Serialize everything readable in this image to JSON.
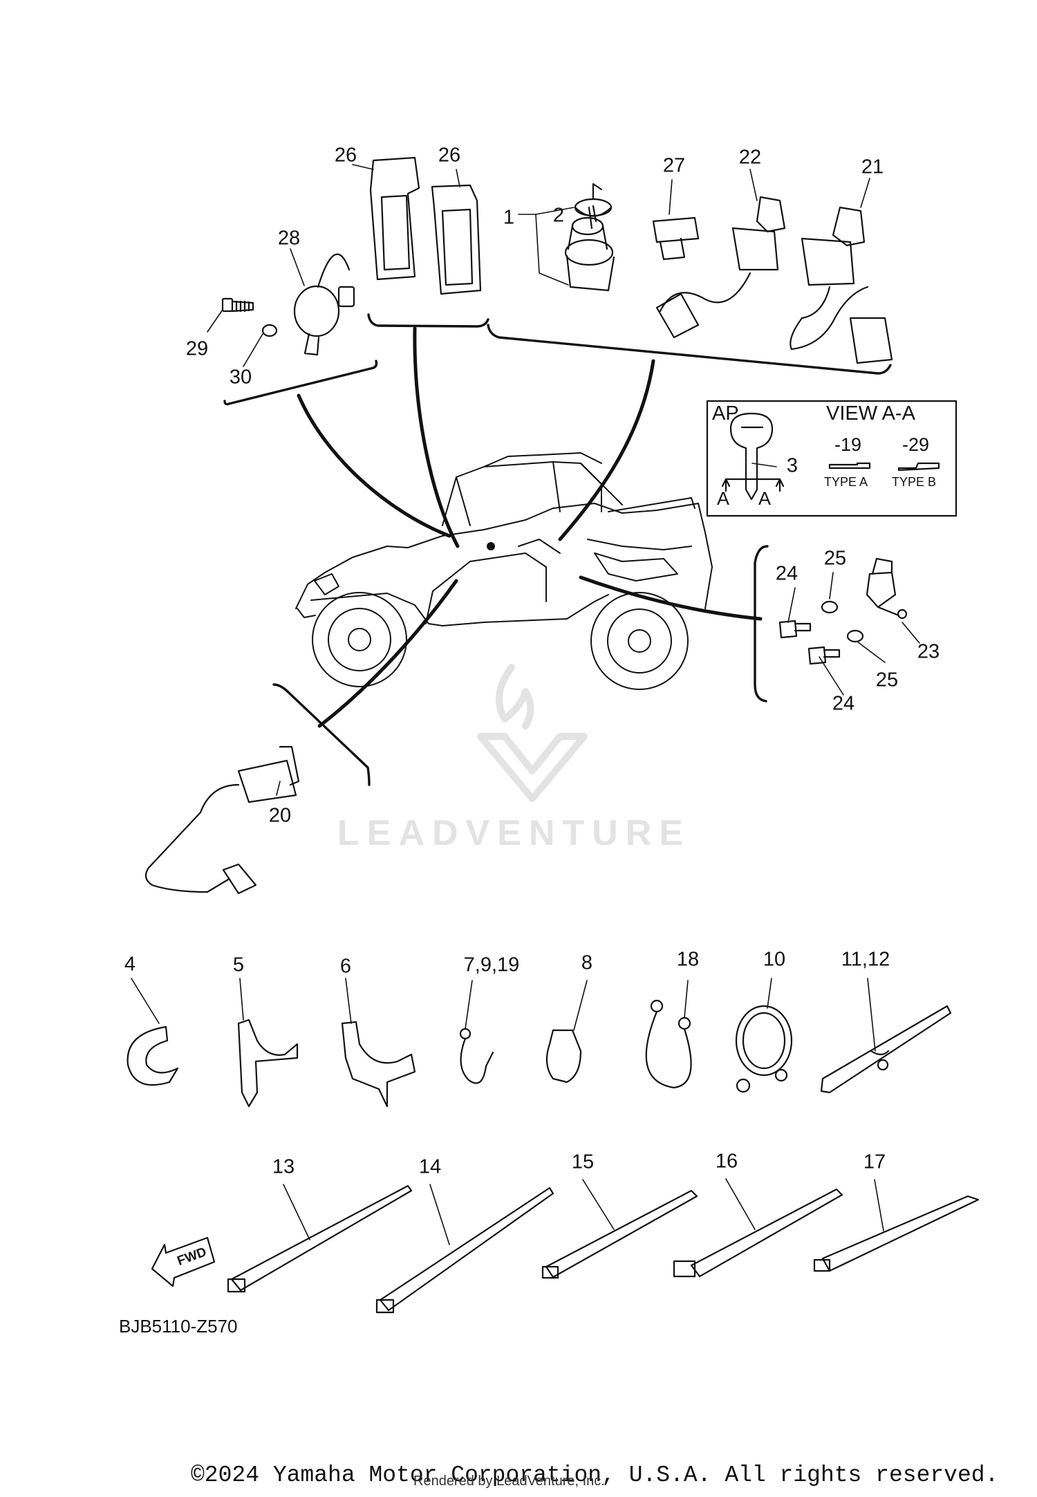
{
  "diagram": {
    "code": "BJB5110-Z570",
    "copyright": "©2024 Yamaha Motor Corporation, U.S.A. All rights reserved.",
    "rendered_by": "Rendered by LeadVenture, Inc.",
    "watermark": "LEADVENTURE",
    "fwd_label": "FWD",
    "callouts": {
      "c1": "1",
      "c2": "2",
      "c3": "3",
      "c4": "4",
      "c5": "5",
      "c6": "6",
      "c7_9_19": "7,9,19",
      "c8": "8",
      "c10": "10",
      "c11_12": "11,12",
      "c13": "13",
      "c14": "14",
      "c15": "15",
      "c16": "16",
      "c17": "17",
      "c18": "18",
      "c20": "20",
      "c21": "21",
      "c22": "22",
      "c23": "23",
      "c24a": "24",
      "c24b": "24",
      "c25a": "25",
      "c25b": "25",
      "c26a": "26",
      "c26b": "26",
      "c27": "27",
      "c28": "28",
      "c29": "29",
      "c30": "30"
    },
    "inset": {
      "ap": "AP",
      "view": "VIEW A-A",
      "variant_19": "-19",
      "variant_29": "-29",
      "type_a": "TYPE A",
      "type_b": "TYPE B",
      "section_a_left": "A",
      "section_a_right": "A"
    }
  }
}
